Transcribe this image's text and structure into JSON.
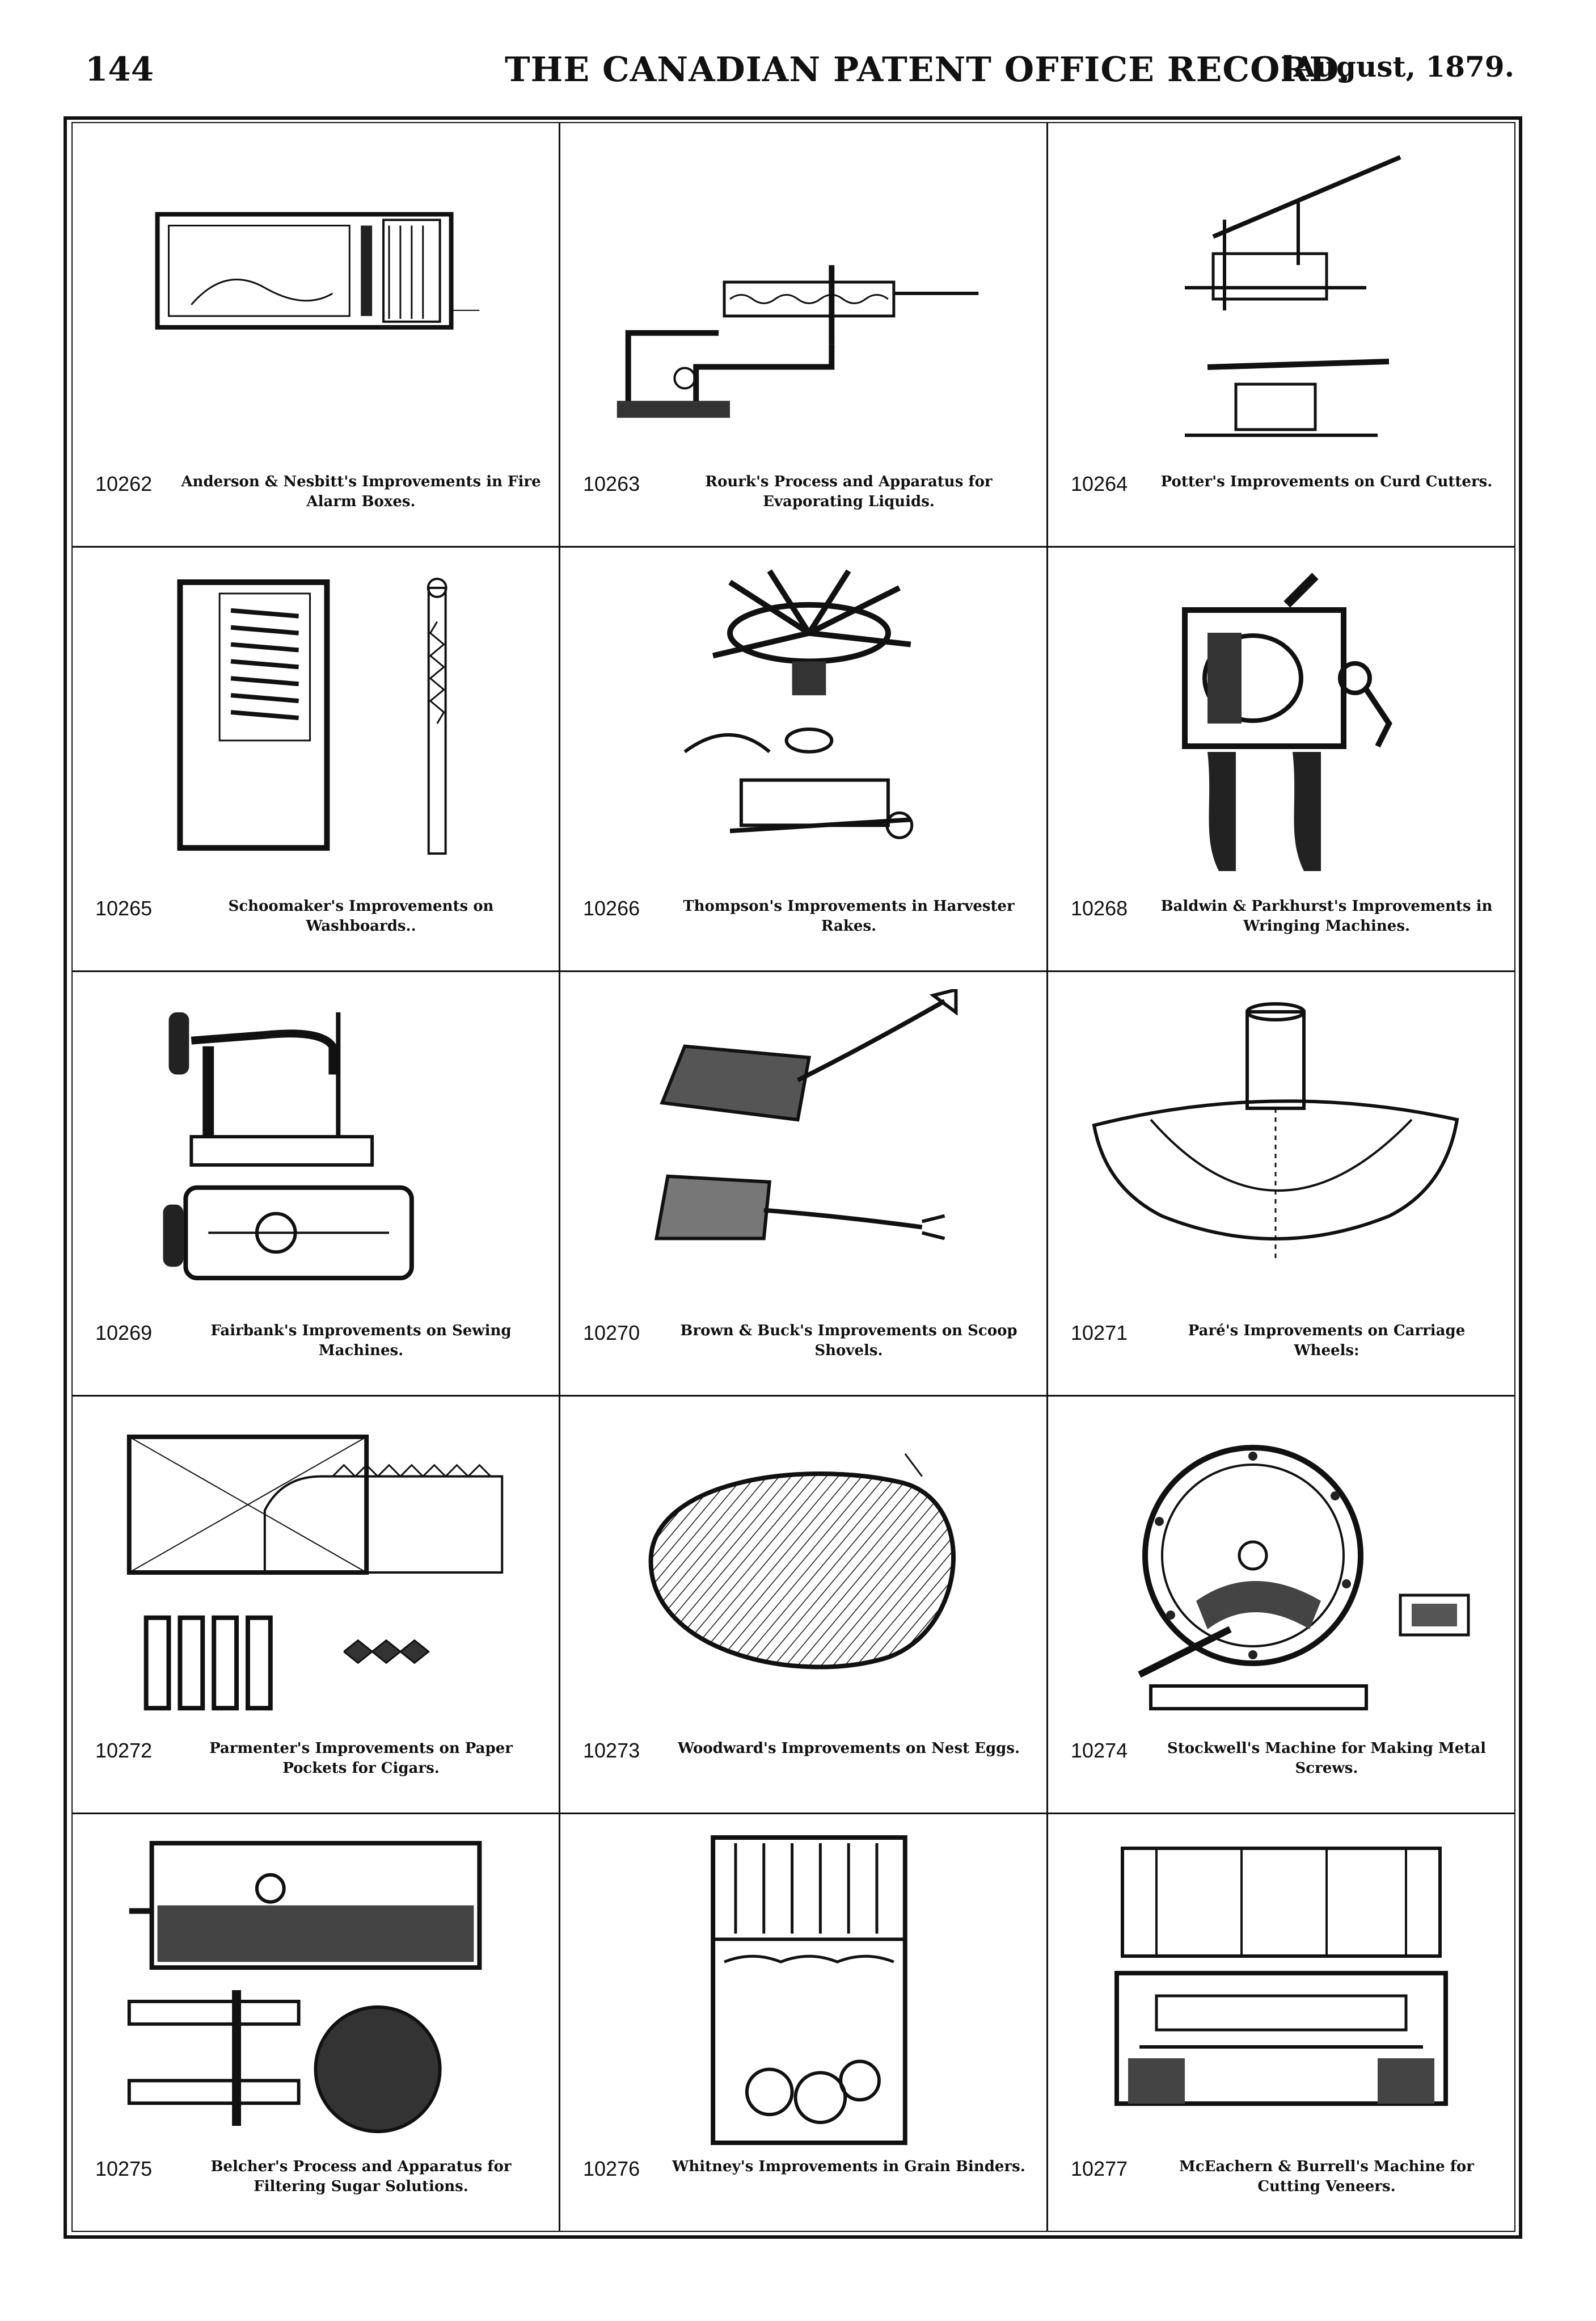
{
  "header": {
    "page_number": "144",
    "title": "THE CANADIAN PATENT OFFICE RECORD.",
    "date": "[August, 1879."
  },
  "patents": [
    {
      "number": "10262",
      "caption": "Anderson & Nesbitt's Improvements in Fire Alarm Boxes."
    },
    {
      "number": "10263",
      "caption": "Rourk's Process and Apparatus for Evaporating Liquids."
    },
    {
      "number": "10264",
      "caption": "Potter's Improvements on Curd Cutters."
    },
    {
      "number": "10265",
      "caption": "Schoomaker's Improvements on Washboards.."
    },
    {
      "number": "10266",
      "caption": "Thompson's Improvements in Harvester Rakes."
    },
    {
      "number": "10268",
      "caption": "Baldwin & Parkhurst's Improvements in Wringing Machines."
    },
    {
      "number": "10269",
      "caption": "Fairbank's Improvements on Sewing Machines."
    },
    {
      "number": "10270",
      "caption": "Brown & Buck's Improvements on Scoop Shovels."
    },
    {
      "number": "10271",
      "caption": "Paré's Improvements on Carriage Wheels:"
    },
    {
      "number": "10272",
      "caption": "Parmenter's Improvements on Paper Pockets for Cigars."
    },
    {
      "number": "10273",
      "caption": "Woodward's Improvements on Nest Eggs."
    },
    {
      "number": "10274",
      "caption": "Stockwell's Machine for Making Metal Screws."
    },
    {
      "number": "10275",
      "caption": "Belcher's Process and Apparatus for Filtering Sugar Solutions."
    },
    {
      "number": "10276",
      "caption": "Whitney's Improvements in Grain Binders."
    },
    {
      "number": "10277",
      "caption": "McEachern & Burrell's Machine for Cutting Veneers."
    }
  ]
}
